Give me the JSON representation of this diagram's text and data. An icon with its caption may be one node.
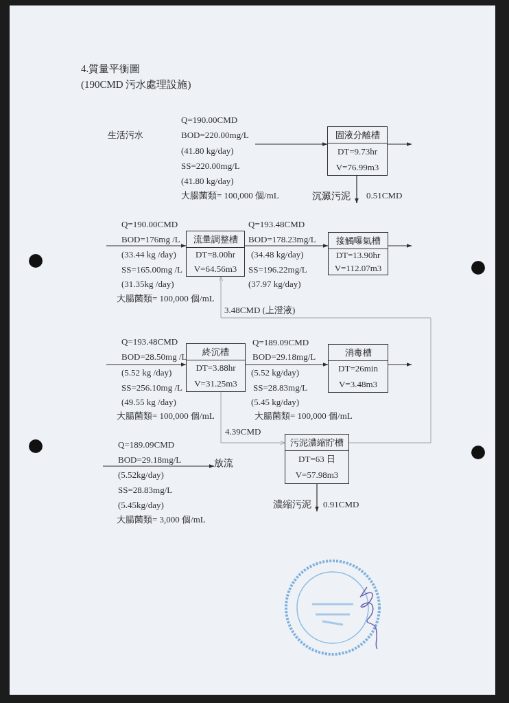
{
  "diagram": {
    "title": "4.質量平衡圖",
    "nodes": [
      {
        "text": [
          "固液分離槽",
          "DT=9.73hr",
          "V=76.99m3"
        ]
      },
      {
        "text": [
          "流量調整槽",
          "DT=8.00hr",
          "V=64.56m3"
        ]
      },
      {
        "text": [
          "接觸曝氣槽",
          "DT=13.90hr",
          "V=112.07m3"
        ]
      },
      {
        "text": [
          "終沉槽",
          "DT=3.88hr",
          "V=31.25m3"
        ]
      },
      {
        "text": [
          "消毒槽",
          "DT=26min",
          "V=3.48m3"
        ]
      },
      {
        "text": [
          "污泥濃縮貯槽",
          "DT=63 日",
          "V=57.98m3"
        ]
      },
      {
        "text": [
          "放流"
        ]
      },
      {
        "text": [
          "沉澱污泥"
        ]
      },
      {
        "text": [
          "濃縮污泥"
        ]
      }
    ],
    "edges": [
      {
        "from": null,
        "to": 0,
        "arrow": "to"
      },
      {
        "from": 0,
        "to": null,
        "arrow": "to"
      },
      {
        "from": 0,
        "to": 7,
        "arrow": "to",
        "label": "0.51CMD"
      },
      {
        "from": null,
        "to": 1,
        "arrow": "to"
      },
      {
        "from": 1,
        "to": 2,
        "arrow": "to"
      },
      {
        "from": 2,
        "to": null,
        "arrow": "to"
      },
      {
        "from": 5,
        "to": 1,
        "arrow": "to",
        "label": "3.48CMD (上澄液)",
        "color": "#9aa3ad"
      },
      {
        "from": null,
        "to": 3,
        "arrow": "to"
      },
      {
        "from": 3,
        "to": 4,
        "arrow": "to"
      },
      {
        "from": 4,
        "to": null,
        "arrow": "to"
      },
      {
        "from": 3,
        "to": 5,
        "arrow": "to",
        "label": "4.39CMD",
        "color": "#9aa3ad"
      },
      {
        "from": null,
        "to": 6,
        "arrow": "to"
      },
      {
        "from": 5,
        "to": 8,
        "arrow": "to",
        "label": "0.91CMD"
      }
    ],
    "labels": [
      "(190CMD 污水處理設施)",
      "生活污水",
      "Q=190.00CMD",
      "BOD=220.00mg/L",
      "(41.80 kg/day)",
      "SS=220.00mg/L",
      "(41.80 kg/day)",
      "大腸菌類= 100,000 個/mL",
      "Q=190.00CMD",
      "BOD=176mg /L",
      "(33.44 kg /day)",
      "SS=165.00mg /L",
      "(31.35kg /day)",
      "大腸菌類= 100,000 個/mL",
      "Q=193.48CMD",
      "BOD=178.23mg/L",
      "(34.48 kg/day)",
      "SS=196.22mg/L",
      "(37.97 kg/day)",
      "Q=193.48CMD",
      "BOD=28.50mg /L",
      "(5.52 kg /day)",
      "SS=256.10mg /L",
      "(49.55 kg /day)",
      "大腸菌類= 100,000 個/mL",
      "Q=189.09CMD",
      "BOD=29.18mg/L",
      "(5.52 kg/day)",
      "SS=28.83mg/L",
      "(5.45 kg/day)",
      "大腸菌類= 100,000 個/mL",
      "Q=189.09CMD",
      "BOD=29.18mg/L",
      "(5.52kg/day)",
      "SS=28.83mg/L",
      "(5.45kg/day)",
      "大腸菌類= 3,000 個/mL"
    ]
  }
}
